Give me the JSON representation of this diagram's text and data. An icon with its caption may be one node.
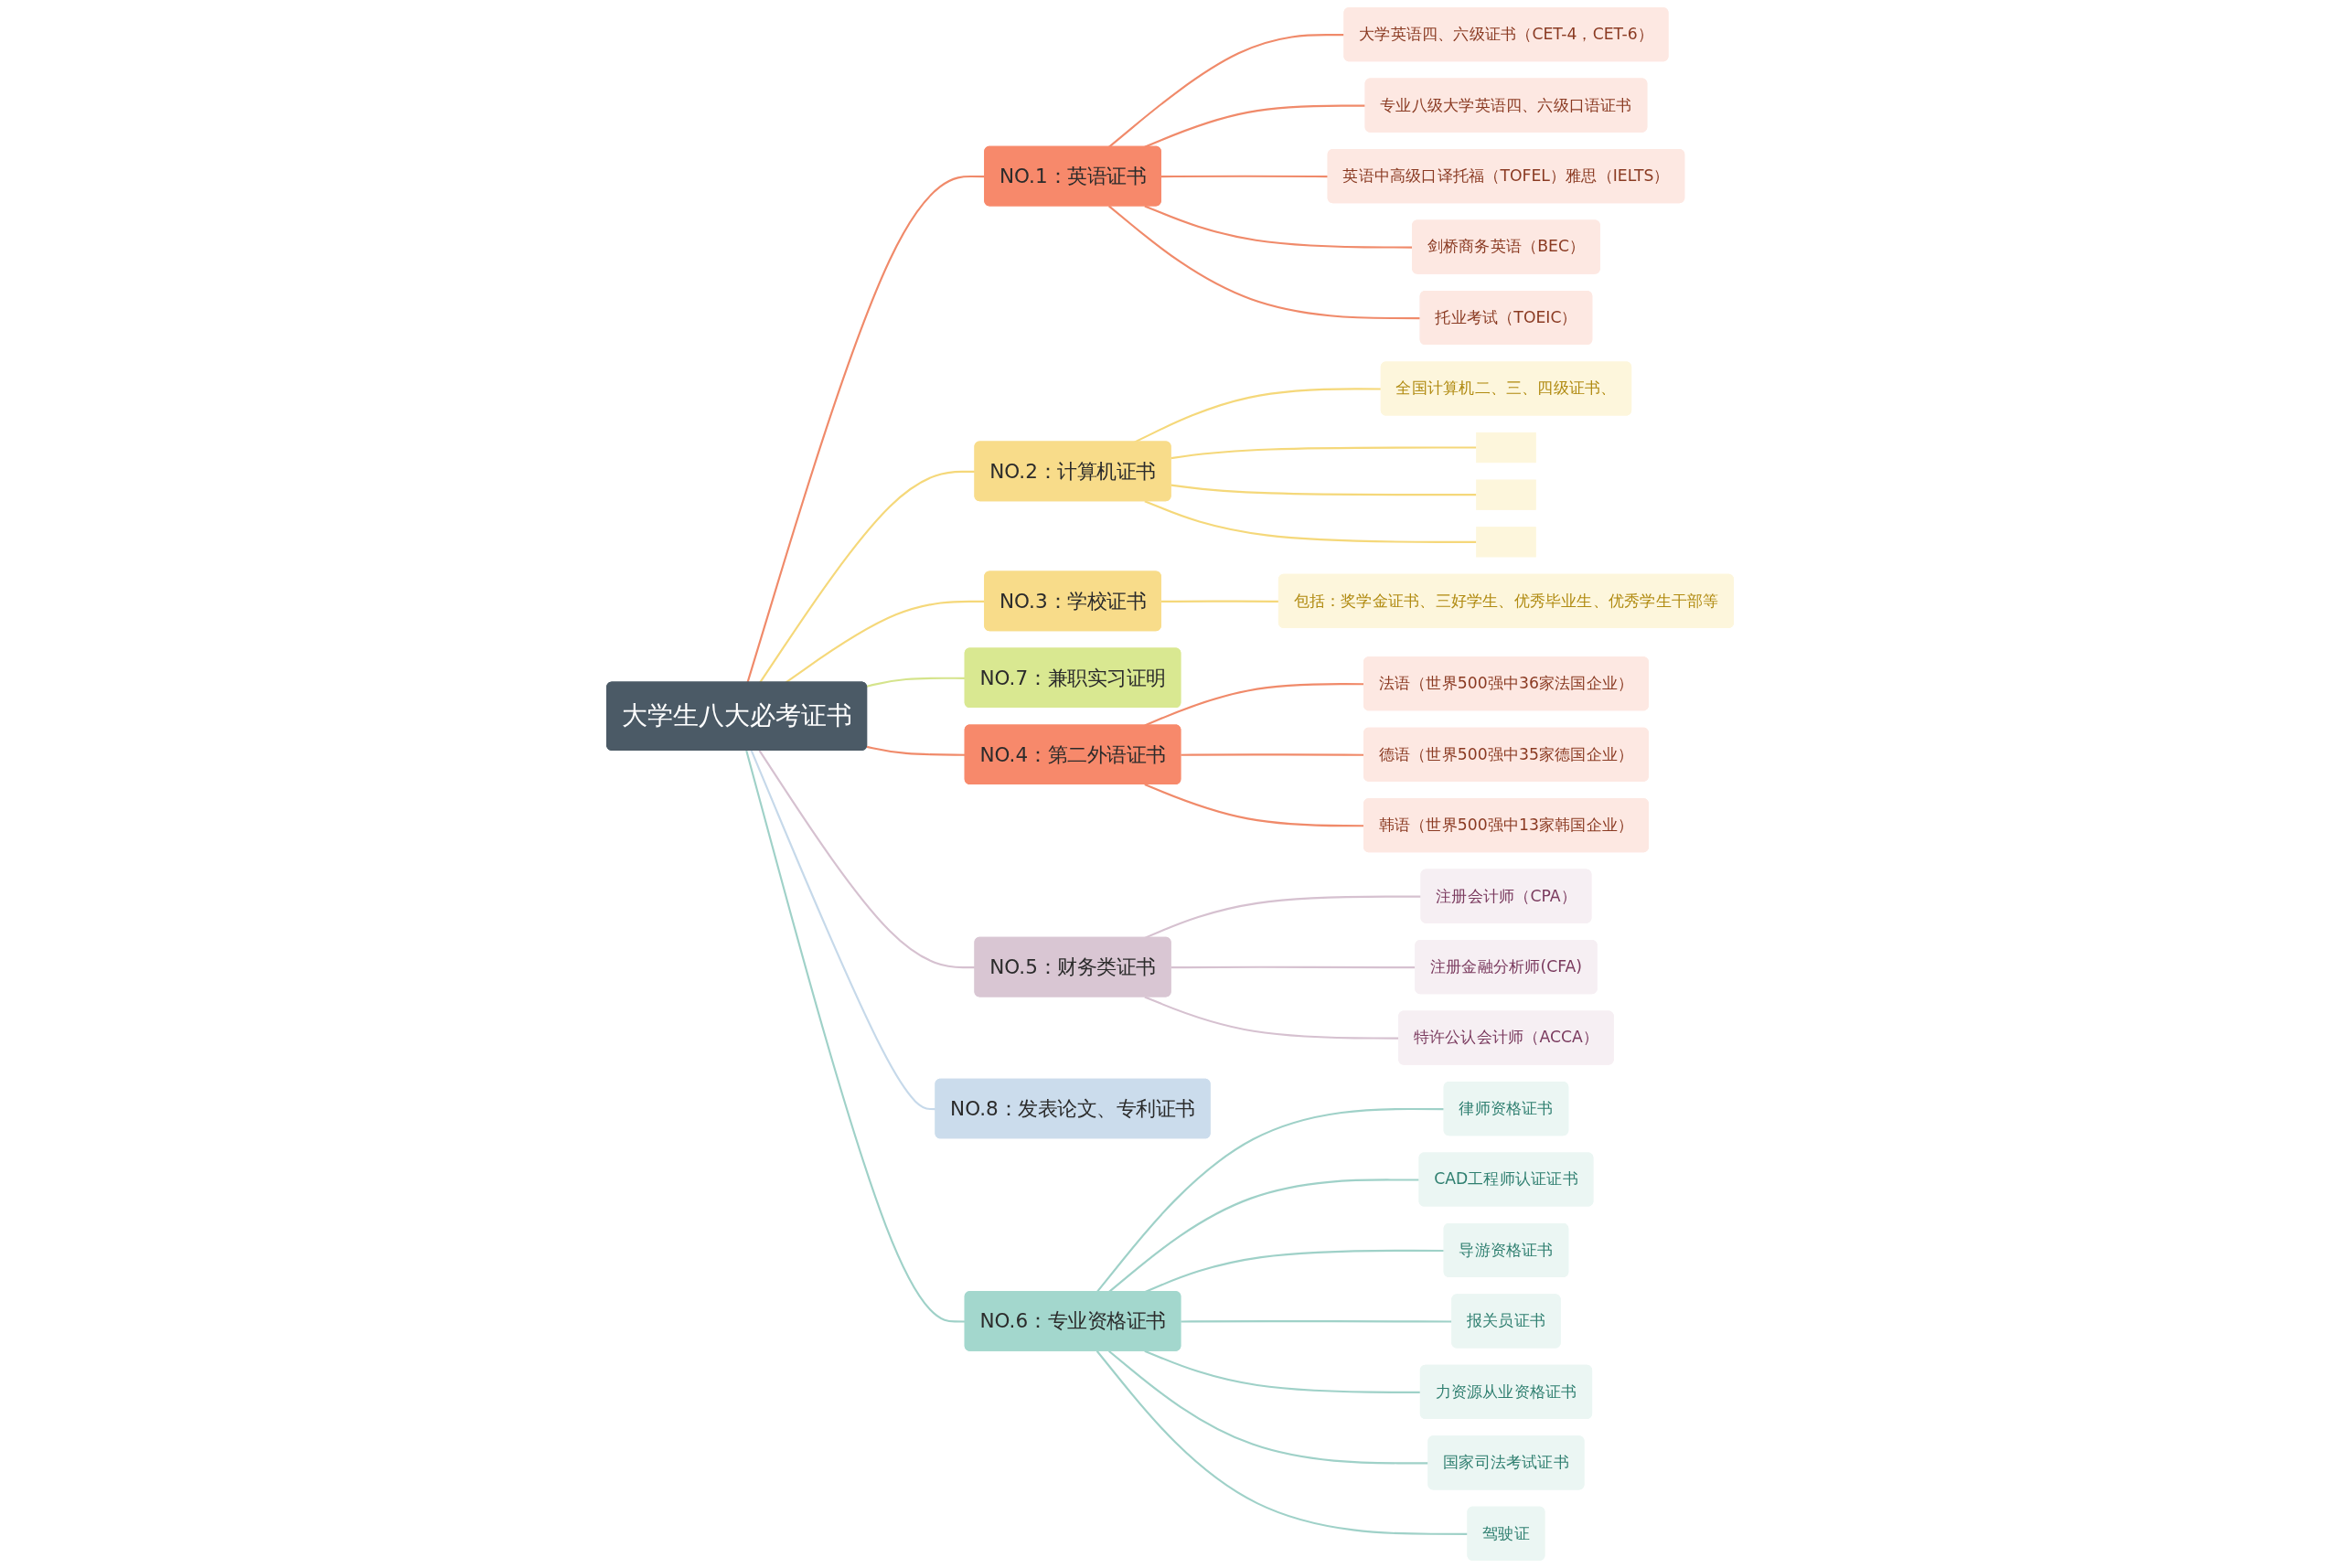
{
  "diagram": {
    "nodes": [
      {
        "text": [
          "大学生八大必考证书"
        ]
      },
      {
        "text": [
          "NO.1：英语证书"
        ]
      },
      {
        "text": [
          "大学英语四、六级证书（CET-4，CET-6）"
        ]
      },
      {
        "text": [
          "专业八级大学英语四、六级口语证书"
        ]
      },
      {
        "text": [
          "英语中高级口译托福（TOFEL）雅思（IELTS）"
        ]
      },
      {
        "text": [
          "剑桥商务英语（BEC）"
        ]
      },
      {
        "text": [
          "托业考试（TOEIC）"
        ]
      },
      {
        "text": [
          "NO.2：计算机证书"
        ]
      },
      {
        "text": [
          "全国计算机二、三、四级证书、"
        ]
      },
      {
        "text": [],
        "shape": "box"
      },
      {
        "text": [],
        "shape": "box"
      },
      {
        "text": [],
        "shape": "box"
      },
      {
        "text": [
          "NO.3：学校证书"
        ]
      },
      {
        "text": [
          "包括：奖学金证书、三好学生、优秀毕业生、优秀学生干部等"
        ]
      },
      {
        "text": [
          "NO.4：第二外语证书"
        ]
      },
      {
        "text": [
          "法语（世界500强中36家法国企业）"
        ]
      },
      {
        "text": [
          "德语（世界500强中35家德国企业）"
        ]
      },
      {
        "text": [
          "韩语（世界500强中13家韩国企业）"
        ]
      },
      {
        "text": [
          "NO.5：财务类证书"
        ]
      },
      {
        "text": [
          "注册会计师（CPA）"
        ]
      },
      {
        "text": [
          "注册金融分析师(CFA)"
        ]
      },
      {
        "text": [
          "特许公认会计师（ACCA）"
        ]
      },
      {
        "text": [
          "NO.6：专业资格证书"
        ]
      },
      {
        "text": [
          "律师资格证书"
        ]
      },
      {
        "text": [
          "CAD工程师认证证书"
        ]
      },
      {
        "text": [
          "导游资格证书"
        ]
      },
      {
        "text": [
          "报关员证书"
        ]
      },
      {
        "text": [
          "力资源从业资格证书"
        ]
      },
      {
        "text": [
          "国家司法考试证书"
        ]
      },
      {
        "text": [
          "驾驶证"
        ]
      },
      {
        "text": [
          "NO.7：兼职实习证明"
        ]
      },
      {
        "text": [
          "NO.8：发表论文、专利证书"
        ]
      }
    ],
    "edges": [
      {
        "from": 0,
        "to": 1,
        "arrow": "none",
        "color": "#f08a6a"
      },
      {
        "from": 1,
        "to": 2,
        "arrow": "none",
        "color": "#f08a6a"
      },
      {
        "from": 1,
        "to": 3,
        "arrow": "none",
        "color": "#f08a6a"
      },
      {
        "from": 1,
        "to": 4,
        "arrow": "none",
        "color": "#f08a6a"
      },
      {
        "from": 1,
        "to": 5,
        "arrow": "none",
        "color": "#f08a6a"
      },
      {
        "from": 1,
        "to": 6,
        "arrow": "none",
        "color": "#f08a6a"
      },
      {
        "from": 0,
        "to": 7,
        "arrow": "none",
        "color": "#f5d87a"
      },
      {
        "from": 7,
        "to": 8,
        "arrow": "none",
        "color": "#f5d87a"
      },
      {
        "from": 7,
        "to": 9,
        "arrow": "none",
        "color": "#f5d87a"
      },
      {
        "from": 7,
        "to": 10,
        "arrow": "none",
        "color": "#f5d87a"
      },
      {
        "from": 7,
        "to": 11,
        "arrow": "none",
        "color": "#f5d87a"
      },
      {
        "from": 0,
        "to": 12,
        "arrow": "none",
        "color": "#f5d87a"
      },
      {
        "from": 12,
        "to": 13,
        "arrow": "none",
        "color": "#f5d87a"
      },
      {
        "from": 0,
        "to": 14,
        "arrow": "none",
        "color": "#f08a6a"
      },
      {
        "from": 14,
        "to": 15,
        "arrow": "none",
        "color": "#f08a6a"
      },
      {
        "from": 14,
        "to": 16,
        "arrow": "none",
        "color": "#f08a6a"
      },
      {
        "from": 14,
        "to": 17,
        "arrow": "none",
        "color": "#f08a6a"
      },
      {
        "from": 0,
        "to": 18,
        "arrow": "none",
        "color": "#d6c1d0"
      },
      {
        "from": 18,
        "to": 19,
        "arrow": "none",
        "color": "#d6c1d0"
      },
      {
        "from": 18,
        "to": 20,
        "arrow": "none",
        "color": "#d6c1d0"
      },
      {
        "from": 18,
        "to": 21,
        "arrow": "none",
        "color": "#d6c1d0"
      },
      {
        "from": 0,
        "to": 22,
        "arrow": "none",
        "color": "#9fd1c8"
      },
      {
        "from": 22,
        "to": 23,
        "arrow": "none",
        "color": "#9fd1c8"
      },
      {
        "from": 22,
        "to": 24,
        "arrow": "none",
        "color": "#9fd1c8"
      },
      {
        "from": 22,
        "to": 25,
        "arrow": "none",
        "color": "#9fd1c8"
      },
      {
        "from": 22,
        "to": 26,
        "arrow": "none",
        "color": "#9fd1c8"
      },
      {
        "from": 22,
        "to": 27,
        "arrow": "none",
        "color": "#9fd1c8"
      },
      {
        "from": 22,
        "to": 28,
        "arrow": "none",
        "color": "#9fd1c8"
      },
      {
        "from": 22,
        "to": 29,
        "arrow": "none",
        "color": "#9fd1c8"
      },
      {
        "from": 0,
        "to": 30,
        "arrow": "none",
        "color": "#d5e48c"
      },
      {
        "from": 0,
        "to": 31,
        "arrow": "none",
        "color": "#c6d9ea"
      }
    ]
  }
}
